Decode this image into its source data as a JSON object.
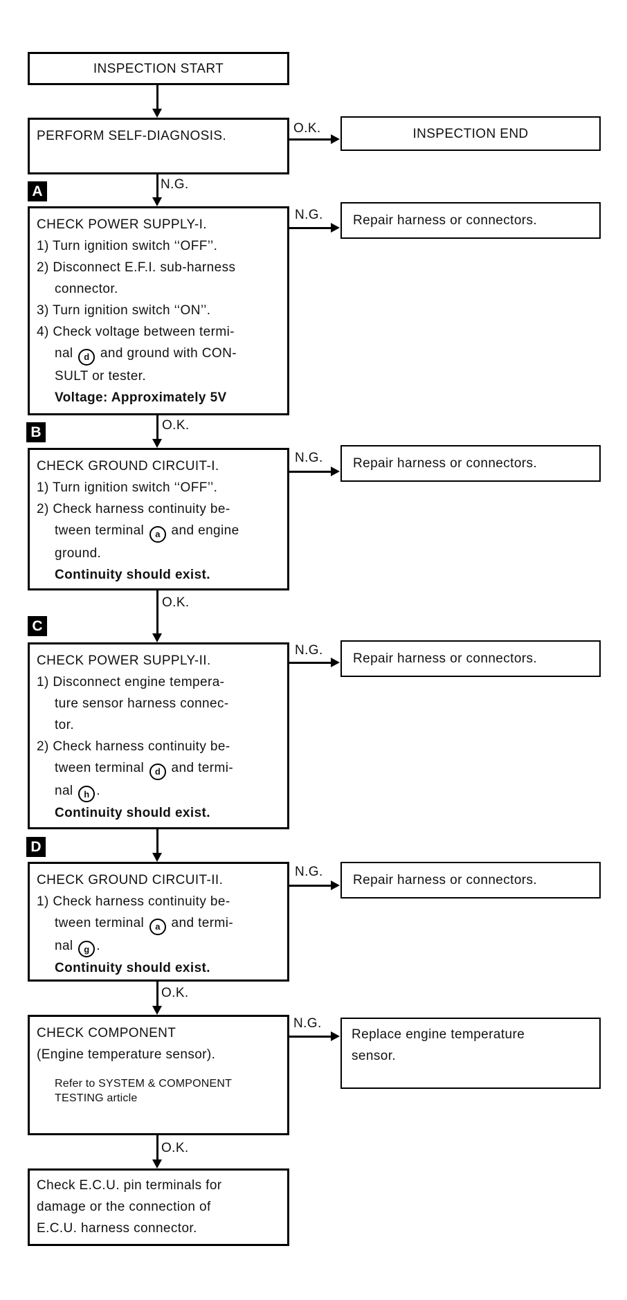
{
  "edge_labels": {
    "ok": "O.K.",
    "ng": "N.G."
  },
  "section_markers": {
    "a": "A",
    "b": "B",
    "c": "C",
    "d": "D"
  },
  "nodes": {
    "inspection_start": {
      "lines": [
        {
          "text": "INSPECTION START"
        }
      ]
    },
    "perform_self_diagnosis": {
      "lines": [
        {
          "text": "PERFORM SELF-DIAGNOSIS."
        }
      ]
    },
    "check_power_supply_1": {
      "lines": [
        {
          "text": "CHECK POWER SUPPLY-I."
        },
        {
          "text": "1) Turn ignition switch ‘‘OFF’’."
        },
        {
          "text": "2) Disconnect E.F.I. sub-harness"
        },
        {
          "text": "connector.",
          "indent": true
        },
        {
          "text": "3) Turn ignition switch ‘‘ON’’."
        },
        {
          "text": "4) Check voltage between termi-"
        },
        {
          "text": "nal ((d)) and ground with CON-",
          "indent": true
        },
        {
          "text": "SULT or tester.",
          "indent": true
        },
        {
          "text": "Voltage: Approximately 5V",
          "indent": true,
          "bold": true
        }
      ]
    },
    "check_ground_circuit_1": {
      "lines": [
        {
          "text": "CHECK GROUND CIRCUIT-I."
        },
        {
          "text": "1) Turn ignition switch ‘‘OFF’’."
        },
        {
          "text": "2) Check harness continuity be-"
        },
        {
          "text": "tween terminal ((a)) and engine",
          "indent": true
        },
        {
          "text": "ground.",
          "indent": true
        },
        {
          "text": "Continuity should exist.",
          "indent": true,
          "bold": true
        }
      ]
    },
    "check_power_supply_2": {
      "lines": [
        {
          "text": "CHECK POWER SUPPLY-II."
        },
        {
          "text": "1) Disconnect engine tempera-"
        },
        {
          "text": "ture sensor harness connec-",
          "indent": true
        },
        {
          "text": "tor.",
          "indent": true
        },
        {
          "text": "2) Check harness continuity be-"
        },
        {
          "text": "tween terminal ((d)) and termi-",
          "indent": true
        },
        {
          "text": "nal ((h)).",
          "indent": true
        },
        {
          "text": "Continuity should exist.",
          "indent": true,
          "bold": true
        }
      ]
    },
    "check_ground_circuit_2": {
      "lines": [
        {
          "text": "CHECK GROUND CIRCUIT-II."
        },
        {
          "text": "1) Check harness continuity be-"
        },
        {
          "text": "tween terminal ((a)) and termi-",
          "indent": true
        },
        {
          "text": "nal ((g)).",
          "indent": true
        },
        {
          "text": "Continuity should exist.",
          "indent": true,
          "bold": true
        }
      ]
    },
    "check_component": {
      "lines": [
        {
          "text": "CHECK COMPONENT"
        },
        {
          "text": "(Engine temperature sensor)."
        },
        {
          "text": "Refer to SYSTEM & COMPONENT",
          "small": true,
          "indent": true,
          "gap": true
        },
        {
          "text": "TESTING article",
          "small": true,
          "indent": true
        }
      ]
    },
    "check_ecu_pins": {
      "lines": [
        {
          "text": "Check E.C.U. pin terminals for"
        },
        {
          "text": "damage or the connection of"
        },
        {
          "text": "E.C.U. harness connector."
        }
      ]
    }
  },
  "results": {
    "inspection_end": {
      "lines": [
        {
          "text": "INSPECTION END"
        }
      ]
    },
    "repair_a": {
      "lines": [
        {
          "text": "Repair harness or connectors."
        }
      ]
    },
    "repair_b": {
      "lines": [
        {
          "text": "Repair harness or connectors."
        }
      ]
    },
    "repair_c": {
      "lines": [
        {
          "text": "Repair harness or connectors."
        }
      ]
    },
    "repair_d": {
      "lines": [
        {
          "text": "Repair harness or connectors."
        }
      ]
    },
    "replace_sensor": {
      "lines": [
        {
          "text": "Replace engine temperature"
        },
        {
          "text": "sensor."
        }
      ]
    }
  }
}
